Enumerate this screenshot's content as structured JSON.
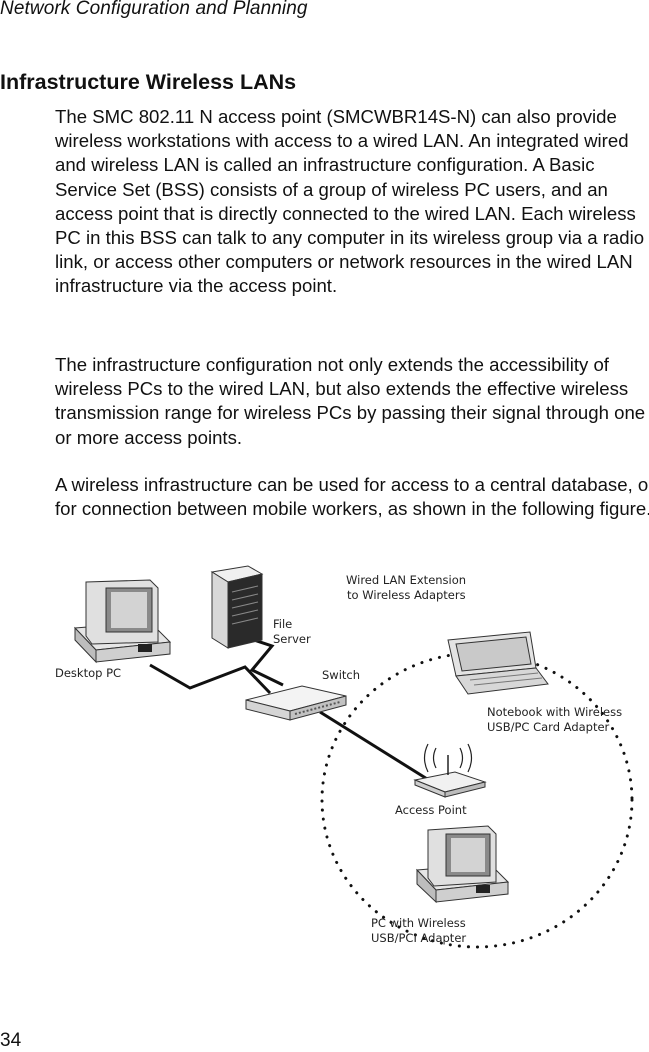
{
  "header": {
    "running_title": "Network Configuration and Planning"
  },
  "section": {
    "title": "Infrastructure Wireless LANs"
  },
  "paragraphs": [
    "The SMC 802.11 N access point (SMCWBR14S-N) can also provide wireless workstations with access to a wired LAN. An integrated wired and wireless LAN is called an infrastructure configuration. A Basic Service Set (BSS) consists of a group of wireless PC users, and an access point that is directly connected to the wired LAN. Each wireless PC in this BSS can talk to any computer in its wireless group via a radio link, or access other computers or network resources in the wired LAN infrastructure via the access point.",
    "The infrastructure configuration not only extends the accessibility of wireless PCs to the wired LAN, but also extends the effective wireless transmission range for wireless PCs by passing their signal through one or more access points.",
    "A wireless infrastructure can be used for access to a central database, or for connection between mobile workers, as shown in the following figure."
  ],
  "figure": {
    "labels": {
      "wired_ext_line1": "Wired LAN Extension",
      "wired_ext_line2": "to Wireless Adapters",
      "file_server_line1": "File",
      "file_server_line2": "Server",
      "desktop_pc": "Desktop PC",
      "switch": "Switch",
      "notebook_line1": "Notebook with Wireless",
      "notebook_line2": "USB/PC Card Adapter",
      "access_point": "Access Point",
      "pc_wireless_line1": "PC with Wireless",
      "pc_wireless_line2": "USB/PCI Adapter"
    }
  },
  "footer": {
    "page_number": "34"
  }
}
